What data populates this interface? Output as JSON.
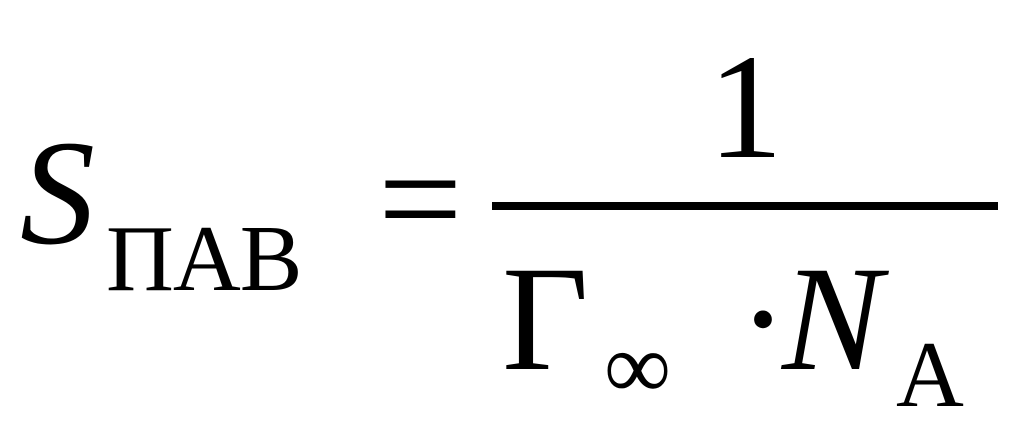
{
  "formula": {
    "lhs": {
      "symbol": "S",
      "subscript": "ПАВ"
    },
    "equals": "=",
    "fraction": {
      "numerator": "1",
      "denominator": {
        "gamma": "Γ",
        "gamma_subscript": "∞",
        "dot": "·",
        "n": "N",
        "n_subscript": "A"
      }
    }
  }
}
